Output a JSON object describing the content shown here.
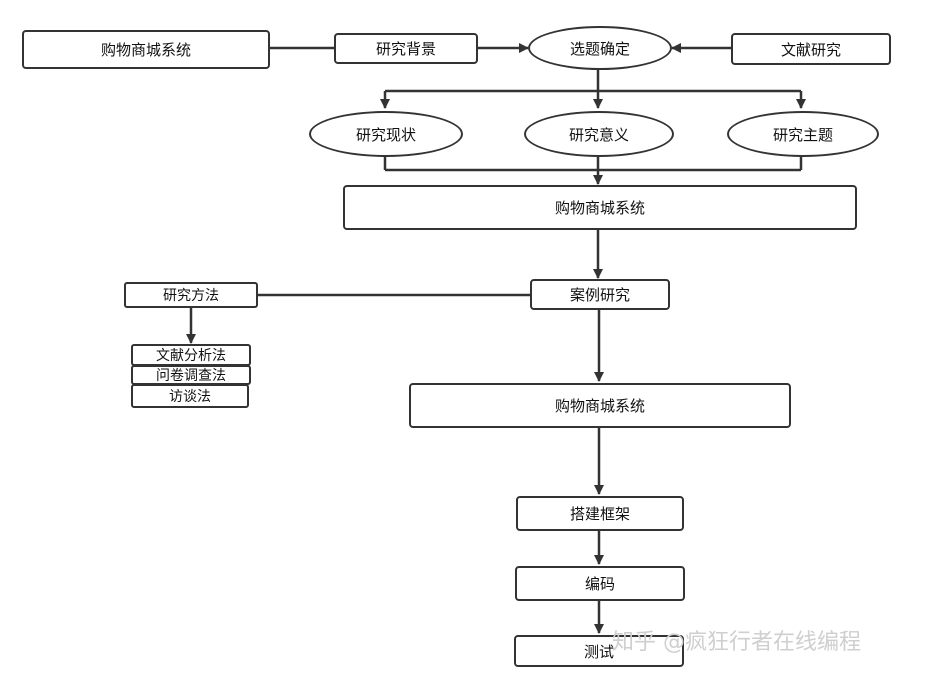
{
  "nodes": {
    "shop_top": "购物商城系统",
    "background": "研究背景",
    "topic": "选题确定",
    "literature": "文献研究",
    "status": "研究现状",
    "significance": "研究意义",
    "subject": "研究主题",
    "shop_mid": "购物商城系统",
    "methods": "研究方法",
    "case_study": "案例研究",
    "method_1": "文献分析法",
    "method_2": "问卷调查法",
    "method_3": "访谈法",
    "shop_low": "购物商城系统",
    "framework": "搭建框架",
    "coding": "编码",
    "testing": "测试"
  },
  "watermark": "知乎 @疯狂行者在线编程",
  "colors": {
    "line": "#333333",
    "fill": "#ffffff",
    "text": "#111111"
  }
}
